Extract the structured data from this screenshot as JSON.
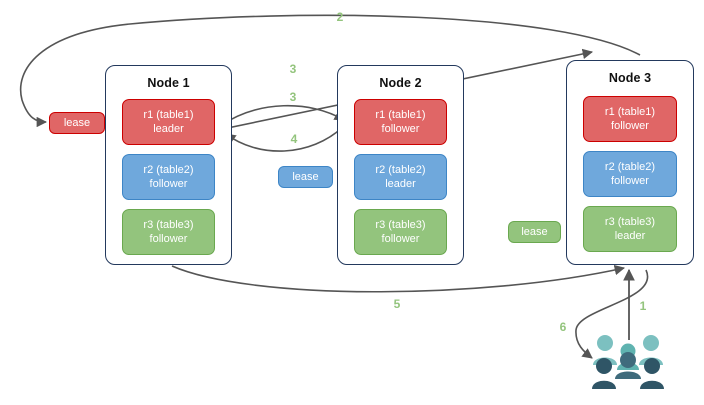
{
  "diagram": {
    "title": "Multi-Raft lease / request routing diagram",
    "colors": {
      "red_fill": "#e06666",
      "red_border": "#cc0000",
      "blue_fill": "#6fa8dc",
      "blue_border": "#3d85c6",
      "green_fill": "#93c47d",
      "green_border": "#6aa84f",
      "node_border": "#23395d",
      "arrow": "#555555",
      "step_label": "#93c47d",
      "people_light": "#76bdbd",
      "people_dark": "#31596b"
    }
  },
  "nodes": [
    {
      "title": "Node 1",
      "replicas": [
        {
          "name": "r1 (table1)",
          "role": "leader",
          "color": "red"
        },
        {
          "name": "r2 (table2)",
          "role": "follower",
          "color": "blue"
        },
        {
          "name": "r3 (table3)",
          "role": "follower",
          "color": "green"
        }
      ]
    },
    {
      "title": "Node 2",
      "replicas": [
        {
          "name": "r1 (table1)",
          "role": "follower",
          "color": "red"
        },
        {
          "name": "r2 (table2)",
          "role": "leader",
          "color": "blue"
        },
        {
          "name": "r3 (table3)",
          "role": "follower",
          "color": "green"
        }
      ]
    },
    {
      "title": "Node 3",
      "replicas": [
        {
          "name": "r1 (table1)",
          "role": "follower",
          "color": "red"
        },
        {
          "name": "r2 (table2)",
          "role": "follower",
          "color": "blue"
        },
        {
          "name": "r3 (table3)",
          "role": "leader",
          "color": "green"
        }
      ]
    }
  ],
  "leases": [
    {
      "label": "lease",
      "color": "red"
    },
    {
      "label": "lease",
      "color": "blue"
    },
    {
      "label": "lease",
      "color": "green"
    }
  ],
  "steps": [
    {
      "label": "1"
    },
    {
      "label": "2"
    },
    {
      "label": "3"
    },
    {
      "label": "3"
    },
    {
      "label": "4"
    },
    {
      "label": "5"
    },
    {
      "label": "6"
    }
  ],
  "icons": {
    "people": "people-group-icon"
  }
}
